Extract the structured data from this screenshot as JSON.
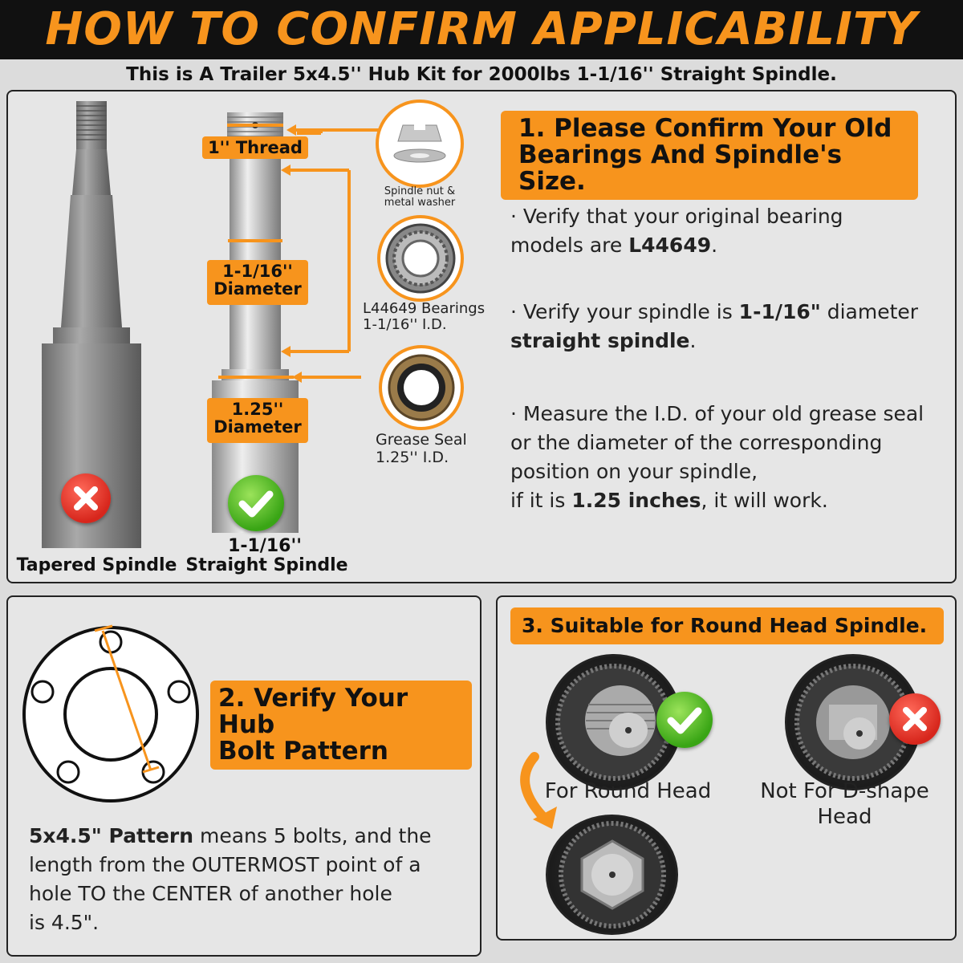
{
  "header": {
    "title": "HOW TO CONFIRM APPLICABILITY"
  },
  "subtitle": "This is A Trailer 5x4.5'' Hub Kit for 2000lbs 1-1/16'' Straight Spindle.",
  "section1": {
    "title_line1": "1. Please Confirm Your Old",
    "title_line2": "Bearings And Spindle's Size.",
    "p1_a": "· Verify that your original bearing",
    "p1_b": "models are ",
    "p1_bold": "L44649",
    "p1_c": ".",
    "p2_a": "· Verify your spindle is ",
    "p2_bold1": "1-1/16\"",
    "p2_b": " diameter",
    "p2_bold2": "straight spindle",
    "p2_c": ".",
    "p3_a": "· Measure the I.D. of your old grease seal",
    "p3_b": "or the diameter of the corresponding",
    "p3_c": "position on your spindle,",
    "p3_d": "if it is ",
    "p3_bold": "1.25 inches",
    "p3_e": ", it will work."
  },
  "spindle": {
    "thread": "1'' Thread",
    "diam1_a": "1-1/16''",
    "diam1_b": "Diameter",
    "diam2_a": "1.25''",
    "diam2_b": "Diameter",
    "tapered": "Tapered Spindle",
    "straight_a": "1-1/16''",
    "straight_b": "Straight Spindle",
    "nut_a": "Spindle nut &",
    "nut_b": "metal washer",
    "bearing_a": "L44649 Bearings",
    "bearing_b": "1-1/16'' I.D.",
    "seal_a": "Grease Seal",
    "seal_b": "1.25'' I.D."
  },
  "section2": {
    "title_line1": "2. Verify Your Hub",
    "title_line2": "Bolt Pattern",
    "bold": "5x4.5\" Pattern",
    "t1": " means 5 bolts, and the",
    "t2": "length from the OUTERMOST point of a",
    "t3": "hole TO the CENTER of another hole",
    "t4": "is 4.5\"."
  },
  "section3": {
    "title": "3. Suitable for Round Head Spindle.",
    "round": "For Round Head",
    "dshape_a": "Not For D-shape",
    "dshape_b": "Head"
  },
  "colors": {
    "accent": "#f7941d",
    "ok": "#39a515",
    "bad": "#d7261c"
  }
}
